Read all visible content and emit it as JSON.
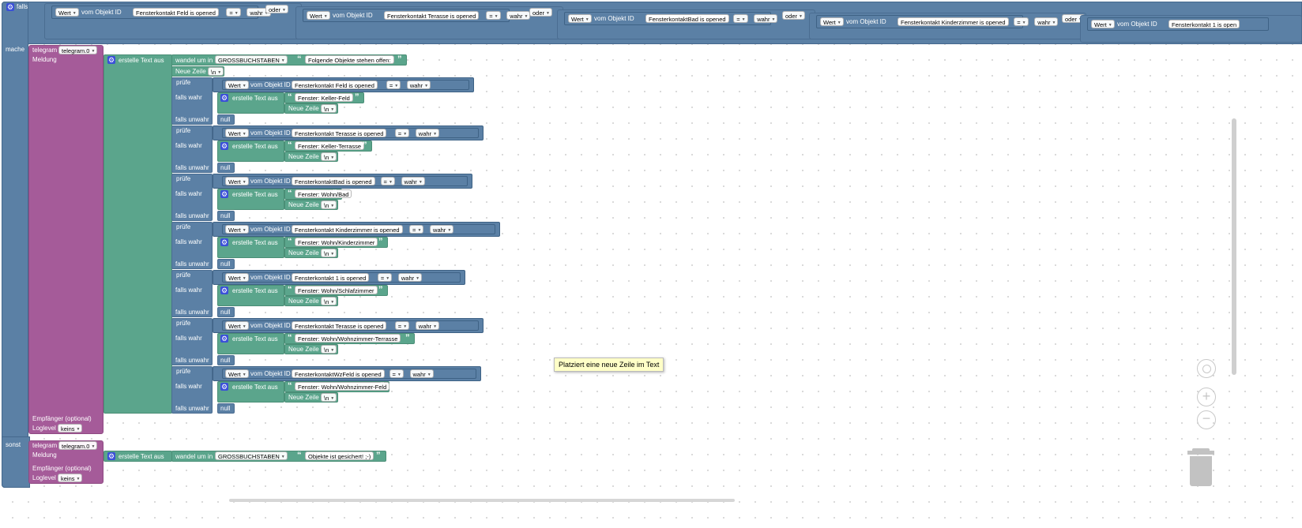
{
  "ctrl": {
    "falls": "falls",
    "mache": "mache",
    "sonst": "sonst"
  },
  "top_conditions": [
    {
      "wert": "Wert",
      "vom": "vom Objekt ID",
      "obj": "Fensterkontakt Feld is opened",
      "op": "=",
      "val": "wahr",
      "oder": "oder"
    },
    {
      "wert": "Wert",
      "vom": "vom Objekt ID",
      "obj": "Fensterkontakt Terasse is opened",
      "op": "=",
      "val": "wahr",
      "oder": "oder"
    },
    {
      "wert": "Wert",
      "vom": "vom Objekt ID",
      "obj": "FensterkontaktBad is opened",
      "op": "=",
      "val": "wahr",
      "oder": "oder"
    },
    {
      "wert": "Wert",
      "vom": "vom Objekt ID",
      "obj": "Fensterkontakt Kinderzimmer is opened",
      "op": "=",
      "val": "wahr",
      "oder": "oder"
    },
    {
      "wert": "Wert",
      "vom": "vom Objekt ID",
      "obj": "Fensterkontakt 1 is open",
      "op": "",
      "val": "",
      "oder": ""
    }
  ],
  "telegram1": {
    "telegram": "telegram",
    "instance": "telegram.0",
    "meldung": "Meldung",
    "empfaenger": "Empfänger (optional)",
    "loglevel": "Loglevel",
    "loglevel_val": "keins"
  },
  "text1": {
    "erstelle": "erstelle Text aus",
    "wandel": "wandel um in",
    "case": "GROSSBUCHSTABEN",
    "first_text": "Folgende Objekte stehen offen:",
    "neue_zeile": "Neue Zeile",
    "nl": "\\n"
  },
  "checks": [
    {
      "pruefe": "prüfe",
      "wert": "Wert",
      "vom": "vom Objekt ID",
      "obj": "Fensterkontakt Feld is opened",
      "op": "=",
      "val": "wahr",
      "falls_wahr": "falls wahr",
      "erstelle": "erstelle Text aus",
      "text": "Fenster: Keller-Feld",
      "neue_zeile": "Neue Zeile",
      "nl": "\\n",
      "falls_unwahr": "falls unwahr",
      "null": "null"
    },
    {
      "pruefe": "prüfe",
      "wert": "Wert",
      "vom": "vom Objekt ID",
      "obj": "Fensterkontakt Terasse is opened",
      "op": "=",
      "val": "wahr",
      "falls_wahr": "falls wahr",
      "erstelle": "erstelle Text aus",
      "text": "Fenster: Keller-Terrasse",
      "neue_zeile": "Neue Zeile",
      "nl": "\\n",
      "falls_unwahr": "falls unwahr",
      "null": "null"
    },
    {
      "pruefe": "prüfe",
      "wert": "Wert",
      "vom": "vom Objekt ID",
      "obj": "FensterkontaktBad is opened",
      "op": "=",
      "val": "wahr",
      "falls_wahr": "falls wahr",
      "erstelle": "erstelle Text aus",
      "text": "Fenster: Wohn/Bad",
      "neue_zeile": "Neue Zeile",
      "nl": "\\n",
      "falls_unwahr": "falls unwahr",
      "null": "null"
    },
    {
      "pruefe": "prüfe",
      "wert": "Wert",
      "vom": "vom Objekt ID",
      "obj": "Fensterkontakt Kinderzimmer is opened",
      "op": "=",
      "val": "wahr",
      "falls_wahr": "falls wahr",
      "erstelle": "erstelle Text aus",
      "text": "Fenster: Wohn/Kinderzimmer",
      "neue_zeile": "Neue Zeile",
      "nl": "\\n",
      "falls_unwahr": "falls unwahr",
      "null": "null"
    },
    {
      "pruefe": "prüfe",
      "wert": "Wert",
      "vom": "vom Objekt ID",
      "obj": "Fensterkontakt 1 is opened",
      "op": "=",
      "val": "wahr",
      "falls_wahr": "falls wahr",
      "erstelle": "erstelle Text aus",
      "text": "Fenster: Wohn/Schlafzimmer",
      "neue_zeile": "Neue Zeile",
      "nl": "\\n",
      "falls_unwahr": "falls unwahr",
      "null": "null"
    },
    {
      "pruefe": "prüfe",
      "wert": "Wert",
      "vom": "vom Objekt ID",
      "obj": "Fensterkontakt Terasse is opened",
      "op": "=",
      "val": "wahr",
      "falls_wahr": "falls wahr",
      "erstelle": "erstelle Text aus",
      "text": "Fenster: Wohn/Wohnzimmer-Terrasse",
      "neue_zeile": "Neue Zeile",
      "nl": "\\n",
      "falls_unwahr": "falls unwahr",
      "null": "null"
    },
    {
      "pruefe": "prüfe",
      "wert": "Wert",
      "vom": "vom Objekt ID",
      "obj": "FensterkontaktWzFeld is opened",
      "op": "=",
      "val": "wahr",
      "falls_wahr": "falls wahr",
      "erstelle": "erstelle Text aus",
      "text": "Fenster: Wohn/Wohnzimmer-Feld",
      "neue_zeile": "Neue Zeile",
      "nl": "\\n",
      "falls_unwahr": "falls unwahr",
      "null": "null"
    }
  ],
  "tooltip": "Platziert eine neue Zeile im Text",
  "telegram2": {
    "telegram": "telegram",
    "instance": "telegram.0",
    "meldung": "Meldung",
    "empfaenger": "Empfänger (optional)",
    "loglevel": "Loglevel",
    "loglevel_val": "keins"
  },
  "text2": {
    "erstelle": "erstelle Text aus",
    "wandel": "wandel um in",
    "case": "GROSSBUCHSTABEN",
    "text": "Objekte ist gesichert! ;-)"
  },
  "icons": {
    "gear": "gear-icon",
    "target": "center-target-icon",
    "zoom_in": "zoom-in-icon",
    "zoom_out": "zoom-out-icon",
    "trash": "trash-icon"
  },
  "colors": {
    "control": "#5b80a5",
    "telegram": "#a55b99",
    "text": "#5ba58c",
    "logic": "#5b80a5",
    "gear": "#3a4fd8",
    "tooltip": "#ffffc7"
  }
}
